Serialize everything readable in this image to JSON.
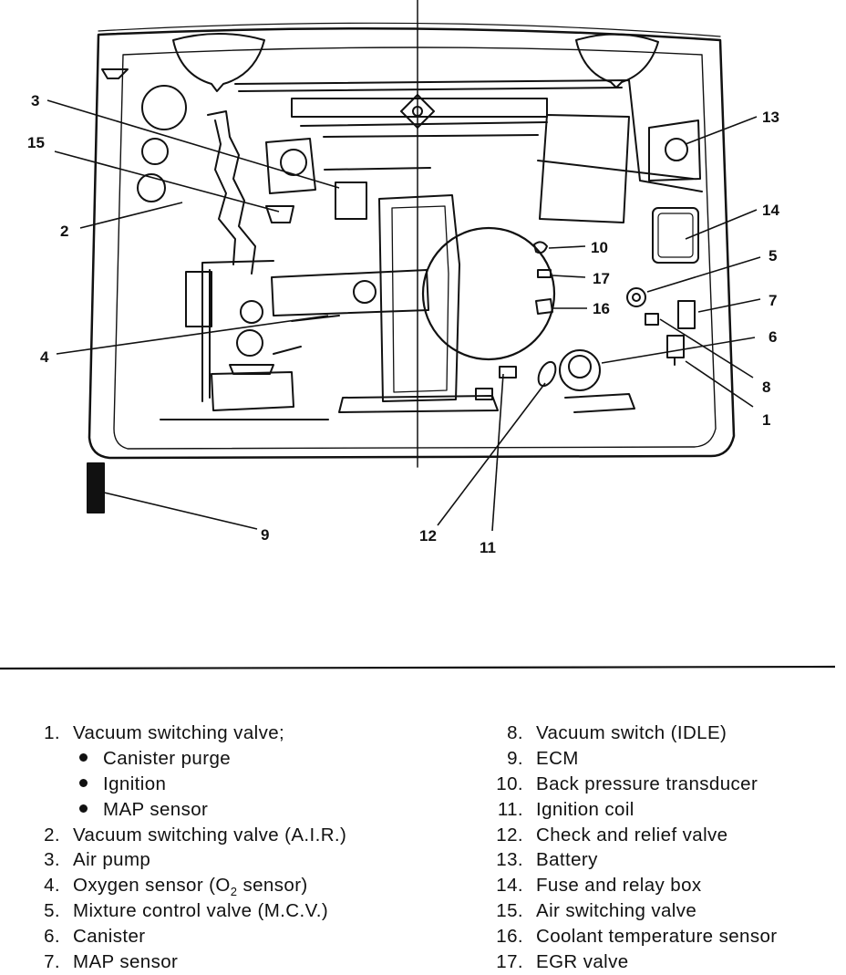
{
  "callouts": {
    "c1": "1",
    "c2": "2",
    "c3": "3",
    "c4": "4",
    "c5": "5",
    "c6": "6",
    "c7": "7",
    "c8": "8",
    "c9": "9",
    "c10": "10",
    "c11": "11",
    "c12": "12",
    "c13": "13",
    "c14": "14",
    "c15": "15",
    "c16": "16",
    "c17": "17"
  },
  "legend": {
    "left": [
      {
        "num": "1.",
        "label": "Vacuum switching valve;"
      },
      {
        "num": "2.",
        "label": "Vacuum switching valve (A.I.R.)"
      },
      {
        "num": "3.",
        "label": "Air pump"
      },
      {
        "num": "4.",
        "label_pre": "Oxygen sensor (O",
        "label_sub": "2",
        "label_post": " sensor)"
      },
      {
        "num": "5.",
        "label": "Mixture control valve (M.C.V.)"
      },
      {
        "num": "6.",
        "label": "Canister"
      },
      {
        "num": "7.",
        "label": "MAP sensor"
      }
    ],
    "sub_items": [
      "Canister purge",
      "Ignition",
      "MAP sensor"
    ],
    "right": [
      {
        "num": "8.",
        "label": "Vacuum switch (IDLE)"
      },
      {
        "num": "9.",
        "label": "ECM"
      },
      {
        "num": "10.",
        "label": "Back pressure transducer"
      },
      {
        "num": "11.",
        "label": "Ignition coil"
      },
      {
        "num": "12.",
        "label": "Check and relief valve"
      },
      {
        "num": "13.",
        "label": "Battery"
      },
      {
        "num": "14.",
        "label": "Fuse and relay box"
      },
      {
        "num": "15.",
        "label": "Air switching valve"
      },
      {
        "num": "16.",
        "label": "Coolant temperature sensor"
      },
      {
        "num": "17.",
        "label": "EGR valve"
      }
    ]
  }
}
